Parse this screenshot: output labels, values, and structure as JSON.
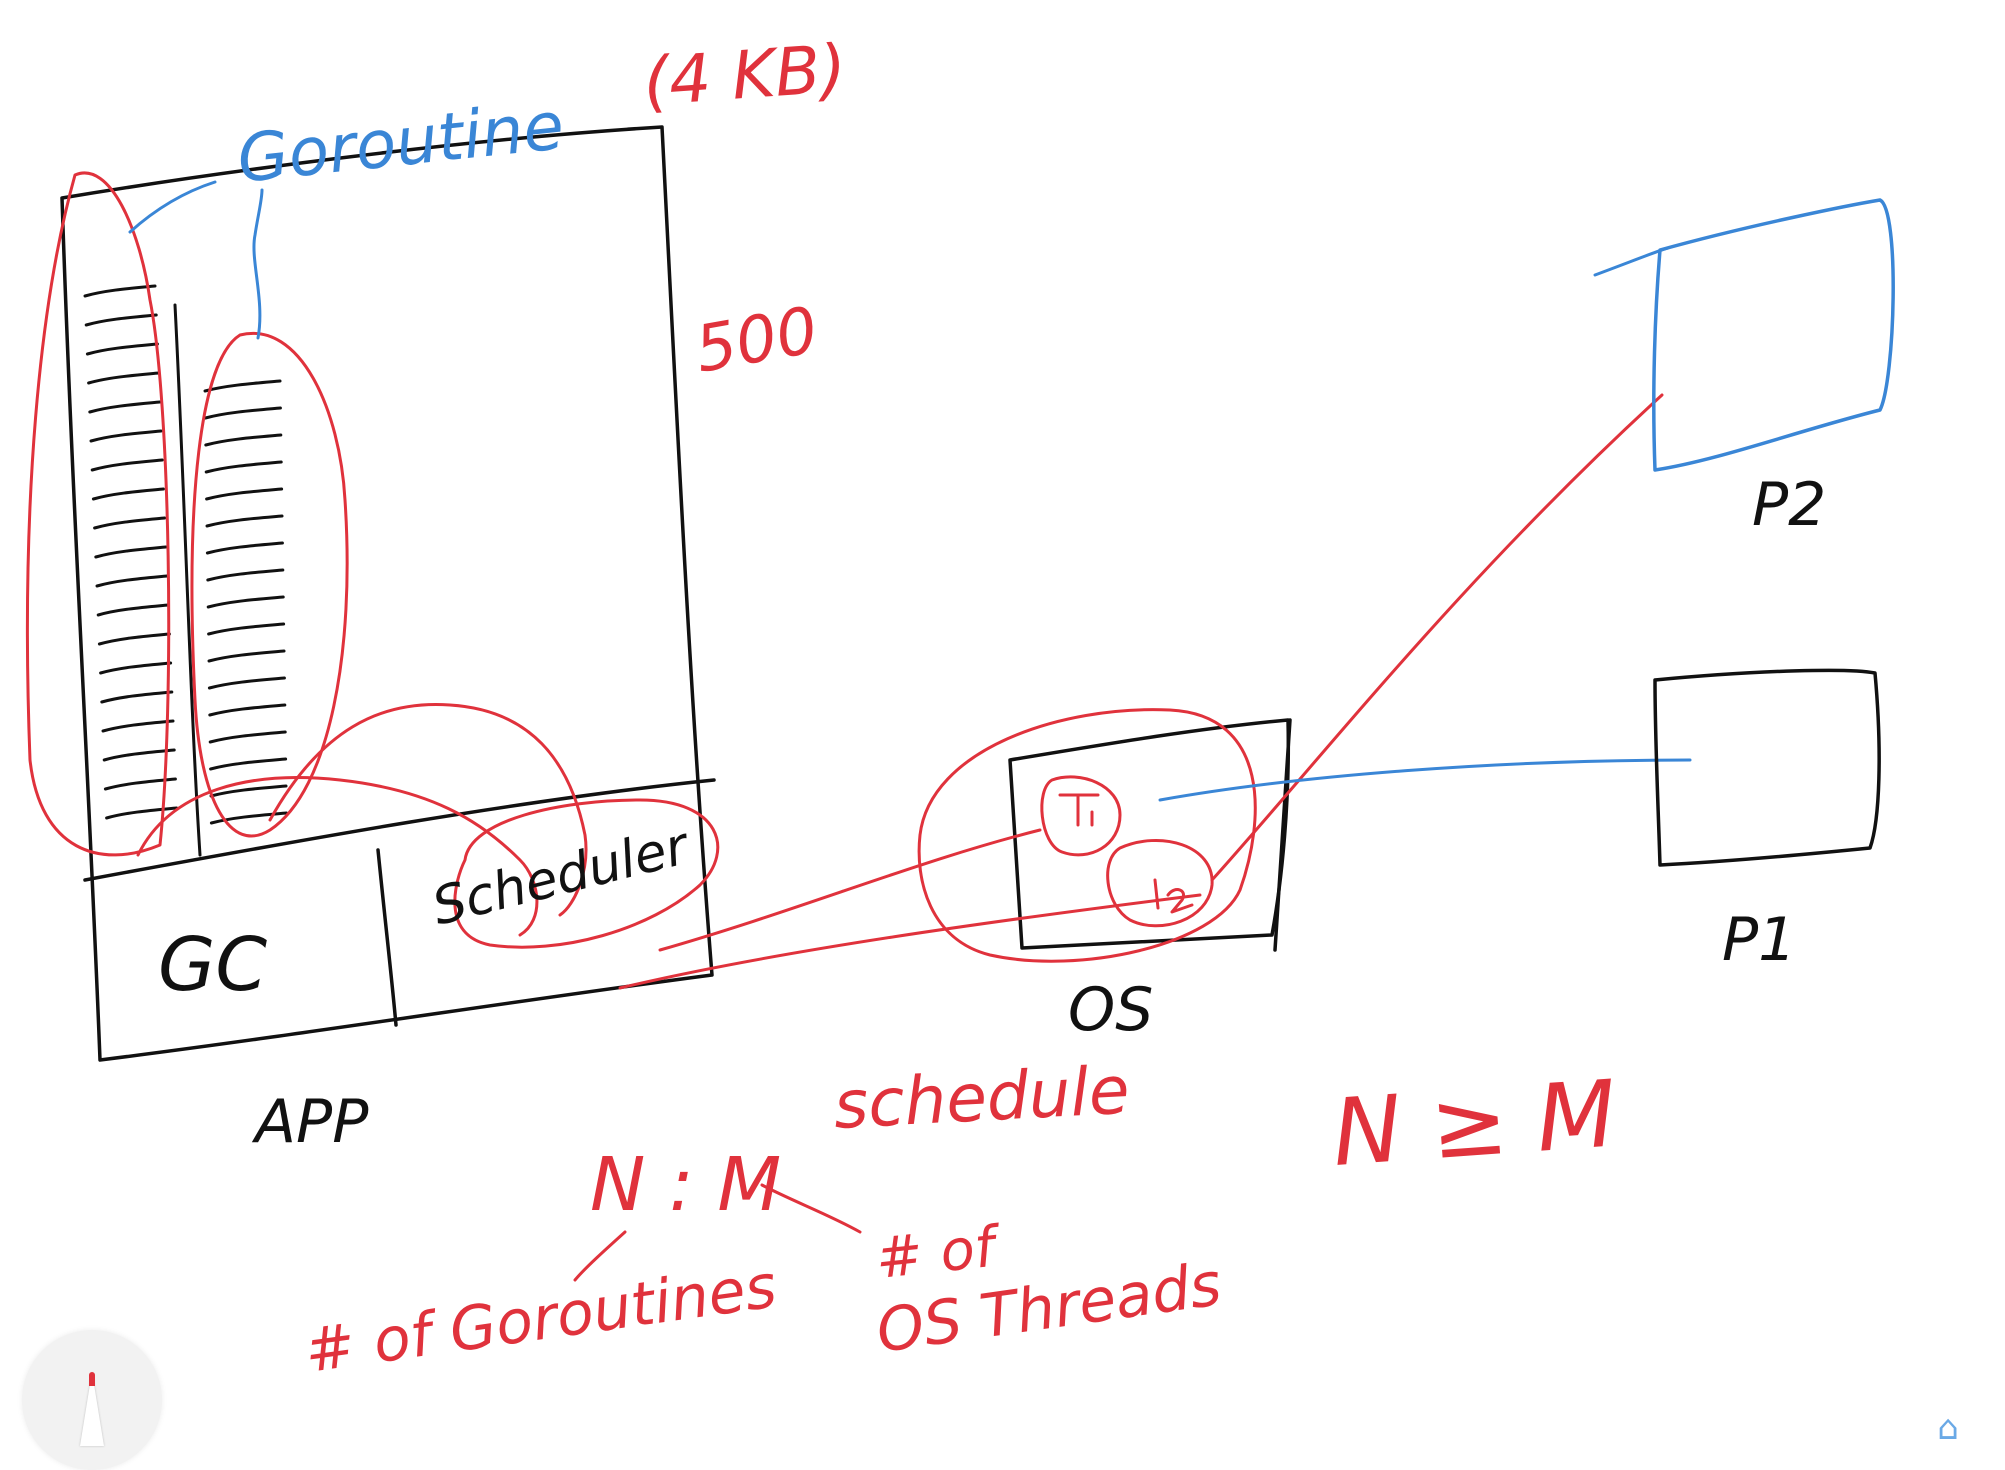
{
  "labels": {
    "goroutine": "Goroutine",
    "goroutine_size": "(4 KB)",
    "count_500": "500",
    "gc": "GC",
    "scheduler": "Scheduler",
    "app": "APP",
    "os": "OS",
    "thread_1": "T1",
    "thread_2": "T2",
    "p1": "P1",
    "p2": "P2",
    "nm": "N : M",
    "nm_schedule": "schedule",
    "n_ge_m": "N ≥ M",
    "n_meaning": "# of Goroutines",
    "m_meaning_line1": "# of",
    "m_meaning_line2": "OS Threads"
  },
  "colors": {
    "ink_black": "#111111",
    "ink_red": "#e0323c",
    "ink_blue": "#3a86d6",
    "background": "#ffffff"
  },
  "icons": {
    "pen_tool": "pen-tool-icon",
    "corner_tool": "shapes-icon"
  }
}
